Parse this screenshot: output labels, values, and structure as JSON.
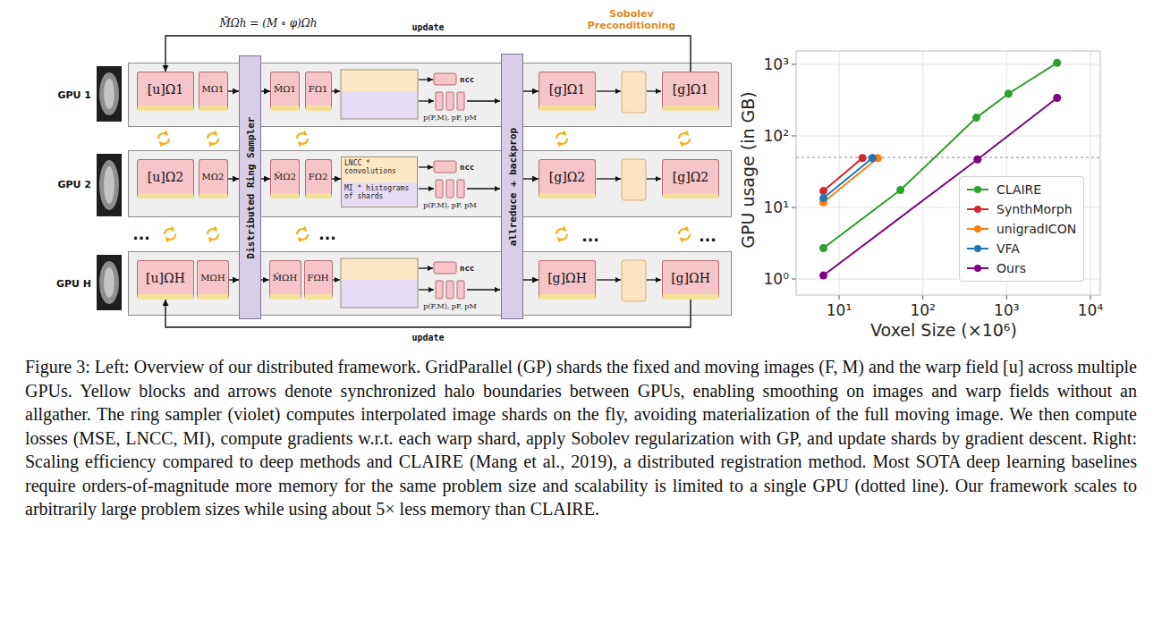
{
  "diagram": {
    "caption": "Figure 3: Left: Overview of our distributed framework. GridParallel (GP) shards the fixed and moving images (F, M) and the warp field [u] across multiple GPUs. Yellow blocks and arrows denote synchronized halo boundaries between GPUs, enabling smoothing on images and warp fields without an allgather. The ring sampler (violet) computes interpolated image shards on the fly, avoiding materialization of the full moving image. We then compute losses (MSE, LNCC, MI), compute gradients w.r.t. each warp shard, apply Sobolev regularization with GP, and update shards by gradient descent. Right: Scaling efficiency compared to deep methods and CLAIRE (Mang et al., 2019), a distributed registration method. Most SOTA deep learning baselines require orders-of-magnitude more memory for the same problem size and scalability is limited to a single GPU (dotted line). Our framework scales to arbitrarily large problem sizes while using about 5× less memory than CLAIRE.",
    "nodes": [
      {
        "text": [
          "GPU 1"
        ]
      },
      {
        "text": [
          "[u]Ω1"
        ],
        "in": 0
      },
      {
        "text": [
          "MΩ1"
        ],
        "in": 0
      },
      {
        "text": [
          "M̃Ω1"
        ],
        "in": 0
      },
      {
        "text": [
          "FΩ1"
        ],
        "in": 0
      },
      {
        "text": [
          "[g]Ω1"
        ],
        "in": 0
      },
      {
        "text": [
          "[g]Ω1"
        ],
        "in": 0
      },
      {
        "text": [
          "GPU 2"
        ]
      },
      {
        "text": [
          "[u]Ω2"
        ],
        "in": 7
      },
      {
        "text": [
          "MΩ2"
        ],
        "in": 7
      },
      {
        "text": [
          "M̃Ω2"
        ],
        "in": 7
      },
      {
        "text": [
          "FΩ2"
        ],
        "in": 7
      },
      {
        "text": [
          "LNCC * convolutions",
          "MI * histograms of shards"
        ],
        "in": 7
      },
      {
        "text": [
          "[g]Ω2"
        ],
        "in": 7
      },
      {
        "text": [
          "[g]Ω2"
        ],
        "in": 7
      },
      {
        "text": [
          "GPU H"
        ]
      },
      {
        "text": [
          "[u]ΩH"
        ],
        "in": 15
      },
      {
        "text": [
          "MΩH"
        ],
        "in": 15
      },
      {
        "text": [
          "M̃ΩH"
        ],
        "in": 15
      },
      {
        "text": [
          "FΩH"
        ],
        "in": 15
      },
      {
        "text": [
          "[g]ΩH"
        ],
        "in": 15
      },
      {
        "text": [
          "[g]ΩH"
        ],
        "in": 15
      },
      {
        "text": [
          "Distributed Ring Sampler"
        ]
      },
      {
        "text": [
          "allreduce + backprop"
        ]
      }
    ],
    "edges": [
      {
        "from": 2,
        "to": 22,
        "arrow": "to"
      },
      {
        "from": 22,
        "to": 3,
        "arrow": "to"
      },
      {
        "from": 9,
        "to": 22,
        "arrow": "to"
      },
      {
        "from": 22,
        "to": 10,
        "arrow": "to"
      },
      {
        "from": 17,
        "to": 22,
        "arrow": "to"
      },
      {
        "from": 22,
        "to": 18,
        "arrow": "to"
      },
      {
        "from": 11,
        "to": 12,
        "arrow": "to"
      },
      {
        "from": 23,
        "to": 5,
        "arrow": "to"
      },
      {
        "from": 23,
        "to": 13,
        "arrow": "to"
      },
      {
        "from": 23,
        "to": 20,
        "arrow": "to"
      },
      {
        "from": 6,
        "to": 1,
        "label": "update",
        "arrow": "to"
      },
      {
        "from": 21,
        "to": 16,
        "label": "update",
        "arrow": "to"
      }
    ],
    "labels": [
      "M̃Ωh = (M ∘ φ)Ωh",
      "Sobolev Preconditioning",
      "ncc",
      "p(F,M), pF, pM",
      "ncc",
      "p(F,M), pF, pM",
      "...",
      "...",
      "ncc",
      "p(F,M), pF, pM",
      "...",
      "...",
      "10³",
      "10²",
      "10¹",
      "10⁰",
      "10¹",
      "10²",
      "10³",
      "10⁴",
      "GPU usage (in GB)",
      "Voxel Size (×10⁶)"
    ],
    "legend": [
      {
        "text": "CLAIRE",
        "color": "#2ca02c"
      },
      {
        "text": "SynthMorph",
        "color": "#d62728"
      },
      {
        "text": "unigradICON",
        "color": "#ff7f0e"
      },
      {
        "text": "VFA",
        "color": "#1f77b4"
      },
      {
        "text": "Ours",
        "color": "#800080"
      }
    ]
  }
}
